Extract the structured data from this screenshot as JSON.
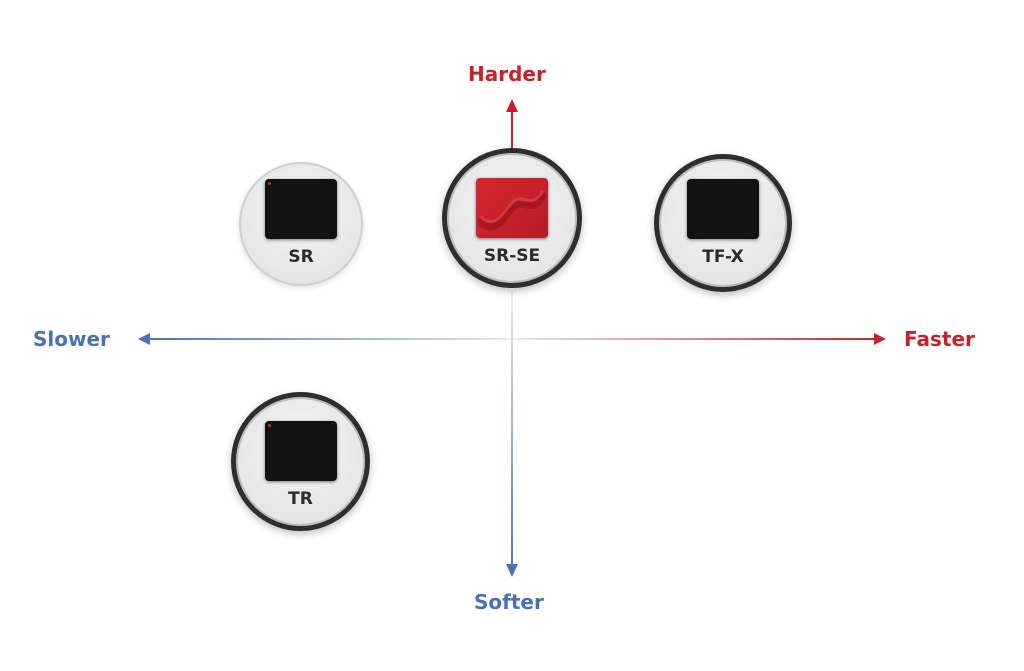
{
  "axes": {
    "up": {
      "label": "Harder",
      "color": "#c8212c"
    },
    "down": {
      "label": "Softer",
      "color": "#4a72b3"
    },
    "left": {
      "label": "Slower",
      "color": "#4a72b3"
    },
    "right": {
      "label": "Faster",
      "color": "#c8212c"
    }
  },
  "pads": [
    {
      "name": "SR",
      "icon": "black-pad-icon",
      "highlighted": false
    },
    {
      "name": "SR-SE",
      "icon": "red-wave-pad-icon",
      "highlighted": true
    },
    {
      "name": "TF-X",
      "icon": "black-pad-icon",
      "highlighted": true
    },
    {
      "name": "TR",
      "icon": "black-pad-icon",
      "highlighted": true
    }
  ]
}
